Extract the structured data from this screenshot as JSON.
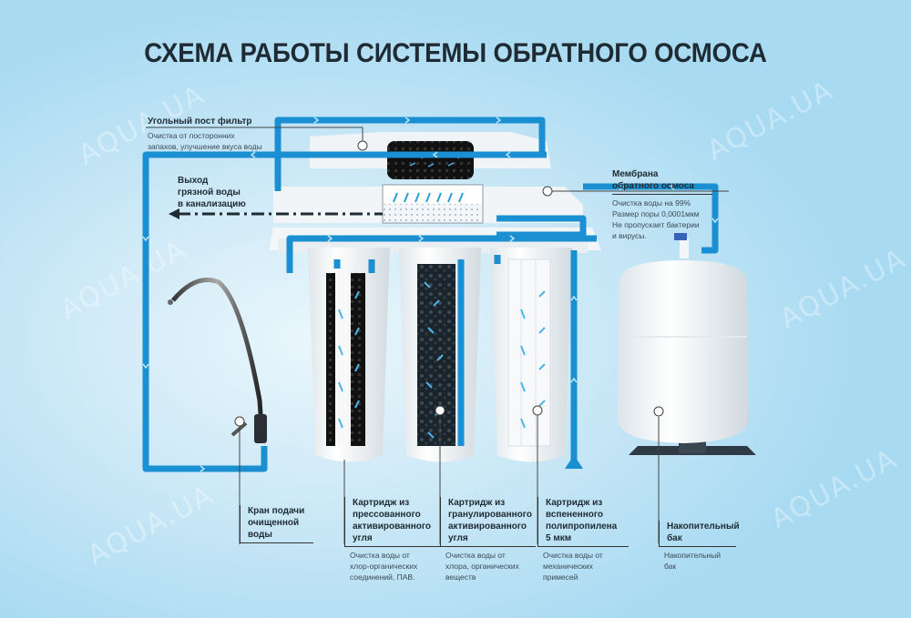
{
  "title": "СХЕМА РАБОТЫ СИСТЕМЫ ОБРАТНОГО ОСМОСА",
  "watermark": "AQUA.UA",
  "colors": {
    "pipe": "#1a8fd1",
    "background_light": "#eaf6fc",
    "background_dark": "#a8daf2",
    "text": "#1f2b33",
    "carbon": "#1b1f24"
  },
  "labels": {
    "carbon_post_filter": {
      "heading": "Угольный пост фильтр",
      "description": [
        "Очистка от посторонних",
        "запахов, улучшение вкуса воды"
      ]
    },
    "drain": {
      "heading": [
        "Выход",
        "грязной воды",
        "в канализацию"
      ]
    },
    "membrane": {
      "heading": [
        "Мембрана",
        "обратного осмоса"
      ],
      "description": [
        "Очистка воды на 99%",
        "Размер поры 0,0001мкм",
        "Не пропускает бактерии",
        "и вирусы."
      ]
    },
    "faucet": {
      "heading": [
        "Кран подачи",
        "очищенной",
        "воды"
      ]
    },
    "cartridge_pressed_carbon": {
      "heading": [
        "Картридж из",
        "прессованного",
        "активированного",
        "угля"
      ],
      "description": [
        "Очистка воды от",
        "хлор-органических",
        "соединений, ПАВ."
      ]
    },
    "cartridge_granular_carbon": {
      "heading": [
        "Картридж из",
        "гранулированного",
        "активированного",
        "угля"
      ],
      "description": [
        "Очистка воды от",
        "хлора, органических",
        "веществ"
      ]
    },
    "cartridge_polypropylene": {
      "heading": [
        "Картридж из",
        "вспененного",
        "полипропилена",
        "5 мкм"
      ],
      "description": [
        "Очистка воды от",
        "механических",
        "примесей"
      ]
    },
    "storage_tank": {
      "heading": [
        "Накопительный",
        "бак"
      ],
      "description": [
        "Накопительный",
        "бак"
      ]
    }
  }
}
